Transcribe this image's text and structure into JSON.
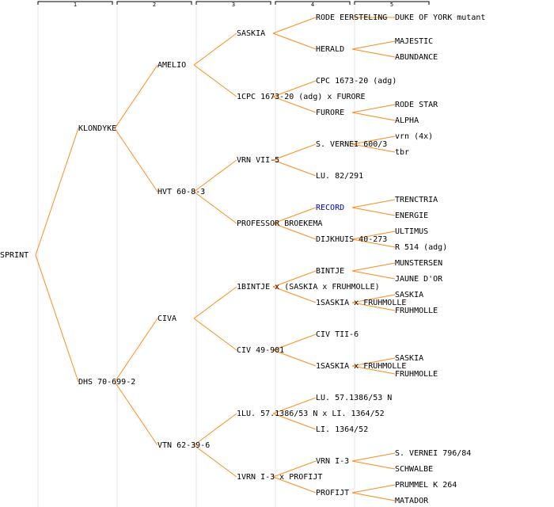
{
  "edge_color": "#ff8c1a",
  "link_color": "#0000cc",
  "generations": [
    "1",
    "2",
    "3",
    "4",
    "5"
  ],
  "tree": {
    "name": "SPRINT",
    "children": [
      {
        "name": "KLONDYKE",
        "children": [
          {
            "name": "AMELIO",
            "children": [
              {
                "name": "SASKIA",
                "children": [
                  {
                    "name": "RODE EERSTELING",
                    "children": [
                      {
                        "name": "DUKE OF YORK mutant"
                      }
                    ]
                  },
                  {
                    "name": "HERALD",
                    "children": [
                      {
                        "name": "MAJESTIC"
                      },
                      {
                        "name": "ABUNDANCE"
                      }
                    ]
                  }
                ]
              },
              {
                "name": "1CPC 1673-20 (adg) x FURORE",
                "children": [
                  {
                    "name": "CPC 1673-20 (adg)"
                  },
                  {
                    "name": "FURORE",
                    "children": [
                      {
                        "name": "RODE STAR"
                      },
                      {
                        "name": "ALPHA"
                      }
                    ]
                  }
                ]
              }
            ]
          },
          {
            "name": "HVT 60-8-3",
            "children": [
              {
                "name": "VRN VII-5",
                "children": [
                  {
                    "name": "S. VERNEI 600/3",
                    "children": [
                      {
                        "name": "vrn (4x)"
                      },
                      {
                        "name": "tbr"
                      }
                    ]
                  },
                  {
                    "name": "LU. 82/291"
                  }
                ]
              },
              {
                "name": "PROFESSOR BROEKEMA",
                "children": [
                  {
                    "name": "RECORD",
                    "link": true,
                    "children": [
                      {
                        "name": "TRENCTRIA"
                      },
                      {
                        "name": "ENERGIE"
                      }
                    ]
                  },
                  {
                    "name": "DIJKHUIS 40-273",
                    "children": [
                      {
                        "name": "ULTIMUS"
                      },
                      {
                        "name": "R 514 (adg)"
                      }
                    ]
                  }
                ]
              }
            ]
          }
        ]
      },
      {
        "name": "DHS 70-699-2",
        "children": [
          {
            "name": "CIVA",
            "children": [
              {
                "name": "1BINTJE x (SASKIA x FRUHMOLLE)",
                "children": [
                  {
                    "name": "BINTJE",
                    "children": [
                      {
                        "name": "MUNSTERSEN"
                      },
                      {
                        "name": "JAUNE D'OR"
                      }
                    ]
                  },
                  {
                    "name": "1SASKIA x FRUHMOLLE",
                    "children": [
                      {
                        "name": "SASKIA"
                      },
                      {
                        "name": "FRUHMOLLE"
                      }
                    ]
                  }
                ]
              },
              {
                "name": "CIV 49-901",
                "children": [
                  {
                    "name": "CIV TII-6"
                  },
                  {
                    "name": "1SASKIA x FRUHMOLLE",
                    "children": [
                      {
                        "name": "SASKIA"
                      },
                      {
                        "name": "FRUHMOLLE"
                      }
                    ]
                  }
                ]
              }
            ]
          },
          {
            "name": "VTN 62-39-6",
            "children": [
              {
                "name": "1LU. 57.1386/53 N x LI. 1364/52",
                "children": [
                  {
                    "name": "LU. 57.1386/53 N"
                  },
                  {
                    "name": "LI. 1364/52"
                  }
                ]
              },
              {
                "name": "1VRN I-3 x PROFIJT",
                "children": [
                  {
                    "name": "VRN I-3",
                    "children": [
                      {
                        "name": "S. VERNEI 796/84"
                      },
                      {
                        "name": "SCHWALBE"
                      }
                    ]
                  },
                  {
                    "name": "PROFIJT",
                    "children": [
                      {
                        "name": "PRUMMEL K 264"
                      },
                      {
                        "name": "MATADOR"
                      }
                    ]
                  }
                ]
              }
            ]
          }
        ]
      }
    ]
  }
}
